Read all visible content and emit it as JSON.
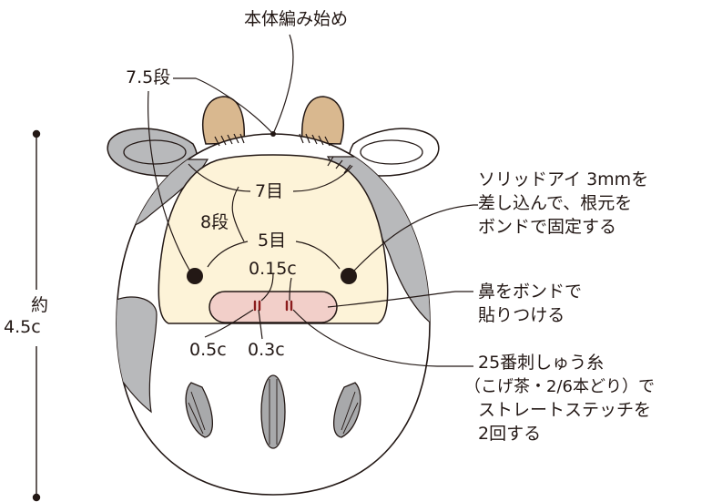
{
  "labels": {
    "start": "本体編み始め",
    "rows_7_5": "7.5段",
    "stitches_7": "7目",
    "rows_8": "8段",
    "stitches_5": "5目",
    "gap_0_15": "0.15c",
    "gap_0_5": "0.5c",
    "gap_0_3": "0.3c",
    "height_approx": "約",
    "height_value": "4.5c",
    "eyes_line1": "ソリッドアイ 3mmを",
    "eyes_line2": "差し込んで、根元を",
    "eyes_line3": "ボンドで固定する",
    "nose_line1": "鼻をボンドで",
    "nose_line2": "貼りつける",
    "stitch_line1": "25番刺しゅう糸",
    "stitch_line2": "（こげ茶・2/6本どり）で",
    "stitch_line3": "ストレートステッチを",
    "stitch_line4": "2回する"
  },
  "colors": {
    "outline": "#231815",
    "body": "#ffffff",
    "face": "#fdf3d8",
    "spots": "#b8b9bb",
    "ear_inner": "#d9b88f",
    "nose": "#f2cfc9",
    "stitch": "#8b1c1c",
    "eye": "#231815",
    "claw": "#a8a9ab"
  }
}
